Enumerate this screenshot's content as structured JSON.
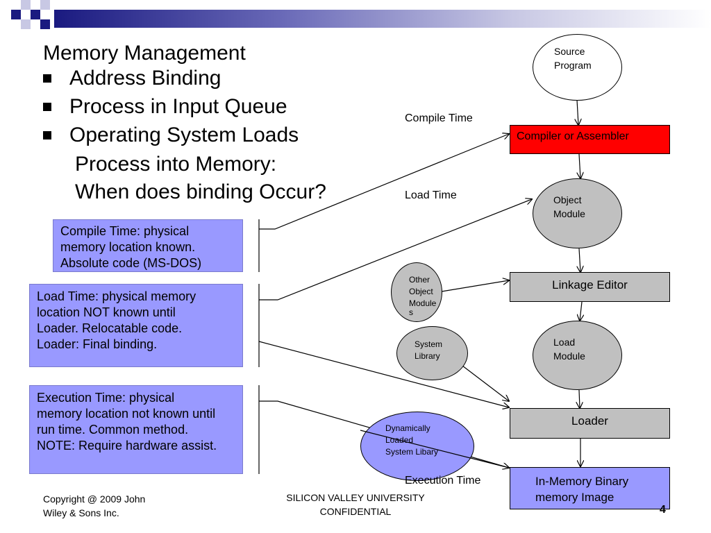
{
  "slide": {
    "title": "Memory Management",
    "bullets": [
      "Address Binding",
      "Process in Input Queue",
      "Operating System Loads"
    ],
    "continuation": [
      "Process into Memory:",
      "When does binding Occur?"
    ],
    "colors": {
      "accent_blue": "#9999ff",
      "red": "#ff0000",
      "gray": "#c0c0c0",
      "logo_navy": "#1a1a80"
    }
  },
  "boxes": {
    "compile": [
      "Compile Time: physical",
      "memory location known.",
      "Absolute code (MS-DOS)"
    ],
    "load": [
      "Load Time:  physical memory",
      "location NOT known until",
      "Loader. Relocatable code.",
      "Loader: Final binding."
    ],
    "execution": [
      "Execution Time: physical",
      "memory location not known until",
      "run time. Common method.",
      "NOTE: Require hardware assist."
    ]
  },
  "diagram": {
    "source_program": [
      "Source",
      "Program"
    ],
    "compile_time_label": "Compile Time",
    "compiler": "Compiler or Assembler",
    "load_time_label": "Load Time",
    "object_module": [
      "Object",
      "Module"
    ],
    "other_object_modules": [
      "Other",
      "Object",
      "Module",
      "s"
    ],
    "linkage_editor": "Linkage Editor",
    "system_library": [
      "System",
      "Library"
    ],
    "load_module": [
      "Load",
      "Module"
    ],
    "loader": "Loader",
    "dynamic_library": [
      "Dynamically",
      "Loaded",
      "System Libary"
    ],
    "execution_time_label": "Execution Time",
    "memory_image": [
      "In-Memory Binary",
      "memory Image"
    ]
  },
  "footer": {
    "copyright": [
      "Copyright @ 2009 John",
      "Wiley & Sons Inc."
    ],
    "confidential": [
      "SILICON VALLEY UNIVERSITY",
      "CONFIDENTIAL"
    ],
    "page_number": "4"
  }
}
